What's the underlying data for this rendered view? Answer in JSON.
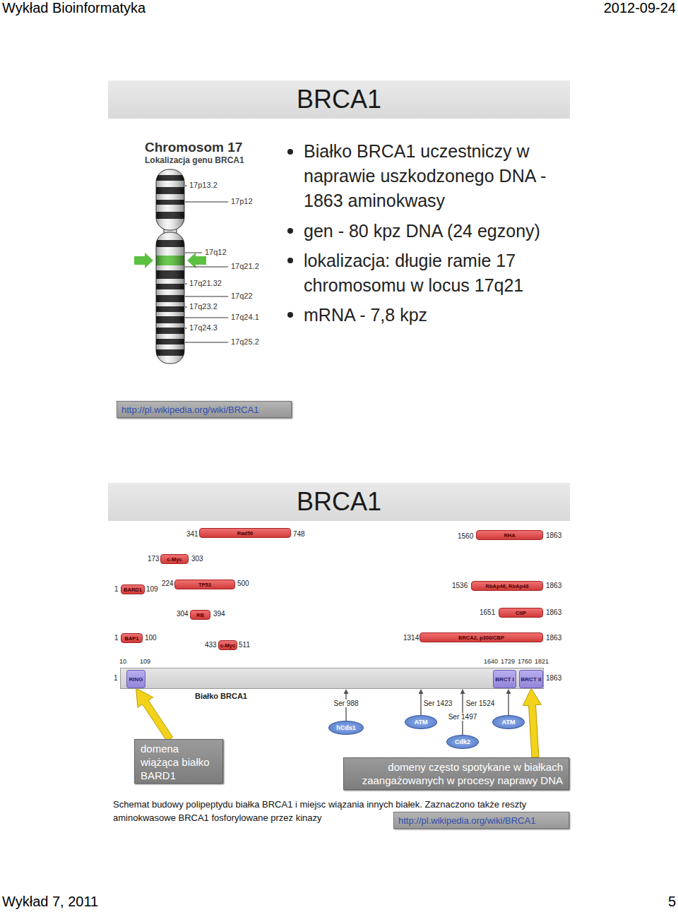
{
  "diagram": {
    "caption": "Schemat budowy polipeptydu białka BRCA1 i miejsc wiązania innych białek. Zaznaczono także reszty aminokwasowe BRCA1 fosforylowane przez kinazy",
    "nodes": [
      {
        "text": [
          "BRCA1"
        ]
      },
      {
        "text": [
          "http://pl.wikipedia.org/wiki/BRCA1"
        ]
      },
      {
        "text": [
          "BRCA1"
        ]
      },
      {
        "text": [
          "Rad50"
        ]
      },
      {
        "text": [
          "RHA"
        ]
      },
      {
        "text": [
          "c-Myc"
        ]
      },
      {
        "text": [
          "BARD1"
        ]
      },
      {
        "text": [
          "TP53"
        ]
      },
      {
        "text": [
          "RbAp46, RbAp48"
        ]
      },
      {
        "text": [
          "RB"
        ]
      },
      {
        "text": [
          "CtIP"
        ]
      },
      {
        "text": [
          "BAP1"
        ]
      },
      {
        "text": [
          "c-Myc"
        ]
      },
      {
        "text": [
          "BRCA2, p300/CBP"
        ]
      },
      {
        "text": [
          "Białko BRCA1"
        ]
      },
      {
        "text": [
          "RING"
        ],
        "in": 14
      },
      {
        "text": [
          "BRCT I"
        ],
        "in": 14
      },
      {
        "text": [
          "BRCT II"
        ],
        "in": 14
      },
      {
        "text": [
          "hCds1"
        ]
      },
      {
        "text": [
          "ATM"
        ]
      },
      {
        "text": [
          "Cdk2"
        ]
      },
      {
        "text": [
          "ATM"
        ]
      },
      {
        "text": [
          "domena wiążąca białko BARD1"
        ]
      },
      {
        "text": [
          "domeny często spotykane w białkach zaangażowanych w procesy naprawy DNA"
        ]
      },
      {
        "text": [
          "http://pl.wikipedia.org/wiki/BRCA1"
        ]
      }
    ],
    "edges": [
      {
        "from": 18,
        "to": 14,
        "arrow": "to",
        "label": "Ser 988"
      },
      {
        "from": 19,
        "to": 14,
        "arrow": "to",
        "label": "Ser 1423"
      },
      {
        "from": 20,
        "to": 14,
        "arrow": "to",
        "label": "Ser 1497"
      },
      {
        "from": 21,
        "to": 14,
        "arrow": "to",
        "label": "Ser 1524"
      },
      {
        "from": 22,
        "to": 15,
        "arrow": "to"
      },
      {
        "from": 23,
        "to": 17,
        "arrow": "to"
      }
    ],
    "labels": [
      "Wykład Bioinformatyka",
      "2012-09-24",
      "Chromosom 17",
      "Lokalizacja genu BRCA1",
      "17p13.2",
      "17p12",
      "17q12",
      "17q21.2",
      "17q21.32",
      "17q22",
      "17q23.2",
      "17q24.1",
      "17q24.3",
      "17q25.2",
      "Białko BRCA1 uczestniczy w naprawie uszkodzonego DNA - 1863 aminokwasy",
      "gen - 80 kpz DNA (24 egzony)",
      "lokalizacja: długie ramie 17 chromosomu w locus 17q21",
      "mRNA - 7,8 kpz",
      "341",
      "748",
      "1560",
      "1863",
      "173",
      "303",
      "1",
      "109",
      "224",
      "500",
      "1536",
      "1863",
      "304",
      "394",
      "1651",
      "1863",
      "1",
      "100",
      "433",
      "511",
      "1314",
      "1863",
      "10",
      "109",
      "1640",
      "1729",
      "1760",
      "1821",
      "1",
      "1863",
      "Wykład 7, 2011",
      "5"
    ]
  }
}
